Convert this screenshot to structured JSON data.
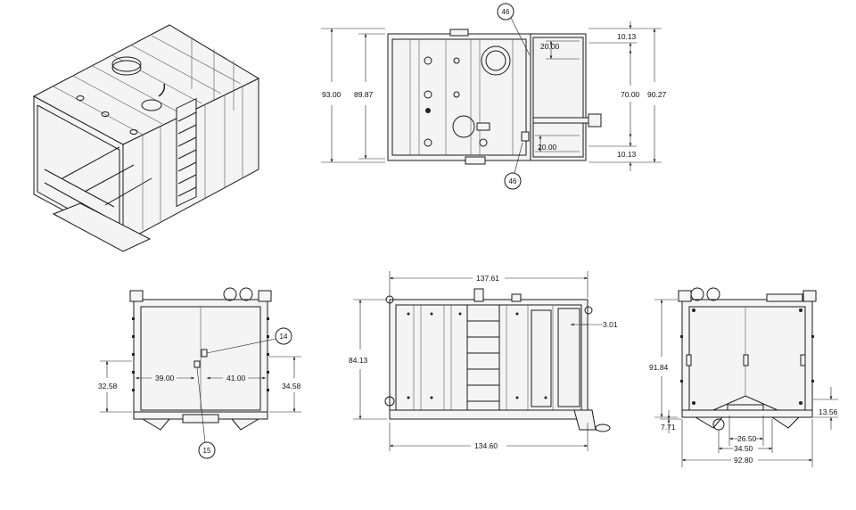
{
  "dimensions": {
    "top_width_outer": "93.00",
    "top_width_inner": "89.87",
    "top_overall_right": "90.27",
    "top_offset_upper": "10.13",
    "top_offset_lower": "10.13",
    "top_center_span": "70.00",
    "top_notch_upper": "20.00",
    "top_notch_lower": "20.00",
    "front_height_left": "32.58",
    "front_left_span": "39.00",
    "front_right_span": "41.00",
    "front_height_right": "34.58",
    "side_top_length": "137.61",
    "side_bottom_length": "134.60",
    "side_height": "84.13",
    "side_offset": "3.01",
    "end_height": "91.84",
    "end_base_right": "13.56",
    "end_base_left": "7.71",
    "end_span_inner": "26.50",
    "end_span_mid": "34.50",
    "end_span_outer": "92.80"
  },
  "balloons": {
    "top_upper": "46",
    "top_lower": "46",
    "front_upper": "14",
    "front_lower": "15"
  }
}
